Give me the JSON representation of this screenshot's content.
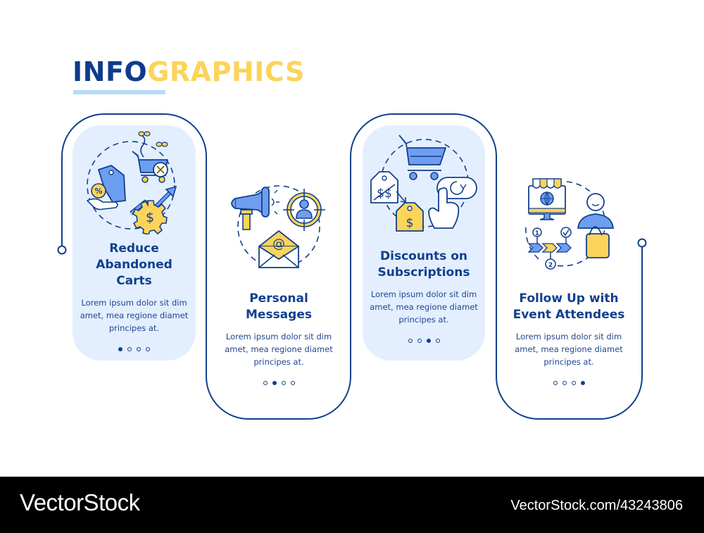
{
  "header": {
    "title_part1": "INFO",
    "title_part2": "GRAPHICS"
  },
  "colors": {
    "navy": "#123f8d",
    "title_blue": "#0f3b8c",
    "yellow": "#fcd45a",
    "icon_blue": "#6d9ef0",
    "card_fill": "#e3efff",
    "underline": "#b7dcf7"
  },
  "cards": [
    {
      "title_lines": [
        "Reduce",
        "Abandoned",
        "Carts"
      ],
      "body_lines": [
        "Lorem ipsum dolor sit dim",
        "amet, mea regione diamet",
        "principes at."
      ],
      "active_dot": 0,
      "icon": "abandoned-cart-icon"
    },
    {
      "title_lines": [
        "Personal",
        "Messages"
      ],
      "body_lines": [
        "Lorem ipsum dolor sit dim",
        "amet, mea regione diamet",
        "principes at."
      ],
      "active_dot": 1,
      "icon": "personal-messages-icon"
    },
    {
      "title_lines": [
        "Discounts on",
        "Subscriptions"
      ],
      "body_lines": [
        "Lorem ipsum dolor sit dim",
        "amet, mea regione diamet",
        "principes at."
      ],
      "active_dot": 2,
      "icon": "subscription-discount-icon"
    },
    {
      "title_lines": [
        "Follow Up with",
        "Event Attendees"
      ],
      "body_lines": [
        "Lorem ipsum dolor sit dim",
        "amet, mea regione diamet",
        "principes at."
      ],
      "active_dot": 3,
      "icon": "event-followup-icon"
    }
  ],
  "footer": {
    "logo": "VectorStock",
    "url": "VectorStock.com/43243806"
  }
}
